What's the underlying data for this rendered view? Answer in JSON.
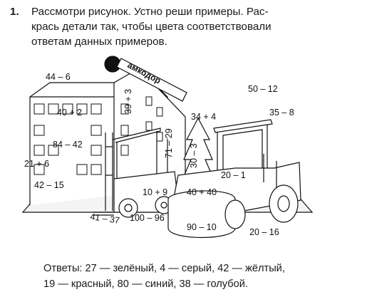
{
  "task": {
    "number": "1.",
    "lines": [
      "Рассмотри рисунок. Устно реши примеры. Рас-",
      "крась детали так, чтобы цвета соответствовали",
      "ответам данных примеров."
    ]
  },
  "picture": {
    "sign_text": "амкодор",
    "examples": {
      "e1": "44 – 6",
      "e2": "40 + 2",
      "e3": "84 – 42",
      "e4": "21 + 6",
      "e5": "42 – 15",
      "e6": "39 + 3",
      "e7": "71 – 29",
      "e8": "34 + 4",
      "e9": "30 – 3",
      "e10": "50 – 12",
      "e11": "35 – 8",
      "e12": "20 – 1",
      "e13": "10 + 9",
      "e14": "40 + 40",
      "e15": "41 – 37",
      "e16": "100 – 96",
      "e17": "90 – 10",
      "e18": "20 – 16"
    }
  },
  "answers": {
    "line1": "Ответы: 27 — зелёный, 4 — серый, 42 — жёлтый,",
    "line2": "19 — красный, 80 — синий, 38 — голубой."
  }
}
